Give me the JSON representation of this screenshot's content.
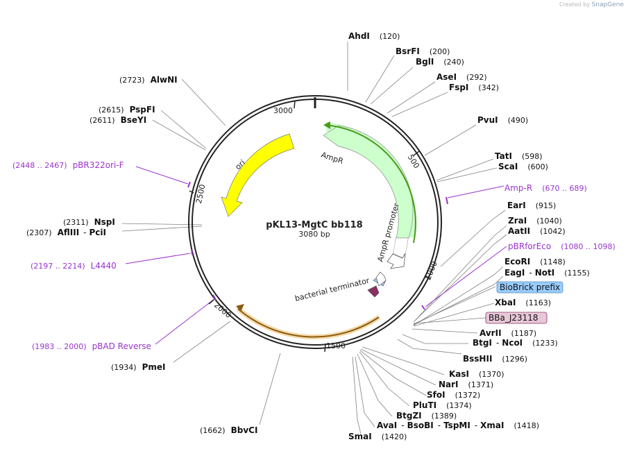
{
  "watermark": {
    "prefix": "Created by",
    "brand": "SnapGene"
  },
  "plasmid": {
    "name": "pKL13-MgtC bb118",
    "size_label": "3080 bp"
  },
  "ticks": [
    "3000",
    "500",
    "1000",
    "1500",
    "2000",
    "2500"
  ],
  "features": {
    "ori": "ori",
    "ampr": "AmpR",
    "ampr_promoter": "AmpR promoter",
    "bact_term": "bacterial terminator"
  },
  "sites": {
    "ahdi": {
      "name": "AhdI",
      "pos": "(120)"
    },
    "bsrfi": {
      "name": "BsrFI",
      "pos": "(200)"
    },
    "bgli": {
      "name": "BglI",
      "pos": "(240)"
    },
    "asei": {
      "name": "AseI",
      "pos": "(292)"
    },
    "fspi": {
      "name": "FspI",
      "pos": "(342)"
    },
    "pvui": {
      "name": "PvuI",
      "pos": "(490)"
    },
    "tati": {
      "name": "TatI",
      "pos": "(598)"
    },
    "scai": {
      "name": "ScaI",
      "pos": "(600)"
    },
    "eari": {
      "name": "EarI",
      "pos": "(915)"
    },
    "zrai": {
      "name": "ZraI",
      "pos": "(1040)"
    },
    "aatii": {
      "name": "AatII",
      "pos": "(1042)"
    },
    "ecori": {
      "name": "EcoRI",
      "pos": "(1148)"
    },
    "eagi": {
      "name": "EagI",
      "sep": "-",
      "name2": "NotI",
      "pos": "(1155)"
    },
    "xbai": {
      "name": "XbaI",
      "pos": "(1163)"
    },
    "avrii": {
      "name": "AvrII",
      "pos": "(1187)"
    },
    "btgi": {
      "name": "BtgI",
      "sep": "-",
      "name2": "NcoI",
      "pos": "(1233)"
    },
    "bsshii": {
      "name": "BssHII",
      "pos": "(1296)"
    },
    "kasi": {
      "name": "KasI",
      "pos": "(1370)"
    },
    "nari": {
      "name": "NarI",
      "pos": "(1371)"
    },
    "sfoi": {
      "name": "SfoI",
      "pos": "(1372)"
    },
    "pluti": {
      "name": "PluTI",
      "pos": "(1374)"
    },
    "btgzi": {
      "name": "BtgZI",
      "pos": "(1389)"
    },
    "avai": {
      "name": "AvaI",
      "sep1": "-",
      "name2": "BsoBI",
      "sep2": "-",
      "name3": "TspMI",
      "sep3": "-",
      "name4": "XmaI",
      "pos": "(1418)"
    },
    "smai": {
      "name": "SmaI",
      "pos": "(1420)"
    },
    "bbvci": {
      "name": "BbvCI",
      "pos": "(1662)"
    },
    "pmei": {
      "name": "PmeI",
      "pos": "(1934)"
    },
    "afliii": {
      "pos": "(2307)",
      "name": "AflIII",
      "sep": "-",
      "name2": "PciI"
    },
    "nspi": {
      "pos": "(2311)",
      "name": "NspI"
    },
    "bseyi": {
      "pos": "(2611)",
      "name": "BseYI"
    },
    "pspfi": {
      "pos": "(2615)",
      "name": "PspFI"
    },
    "alwni": {
      "pos": "(2723)",
      "name": "AlwNI"
    }
  },
  "primers": {
    "ampr": {
      "name": "Amp-R",
      "range": "(670 .. 689)"
    },
    "pbrfor": {
      "name": "pBRforEco",
      "range": "(1080 .. 1098)"
    },
    "pbr322ori": {
      "range": "(2448 .. 2467)",
      "name": "pBR322ori-F"
    },
    "l4440": {
      "range": "(2197 .. 2214)",
      "name": "L4440"
    },
    "pbad": {
      "range": "(1983 .. 2000)",
      "name": "pBAD Reverse"
    }
  },
  "boxed": {
    "biobrick": "BioBrick prefix",
    "bba": "BBa_J23118"
  },
  "colors": {
    "backbone": "#222222",
    "ori": "#ffff00",
    "ampr": "#ccffcc",
    "ampr_arrow": "#4a9a1a",
    "promoter": "#ffffff",
    "primer": "#9933cc",
    "terminator_orange": "#e89a2a",
    "biobrick_fill": "#99ccff",
    "bba_fill": "#e8c8d8"
  }
}
